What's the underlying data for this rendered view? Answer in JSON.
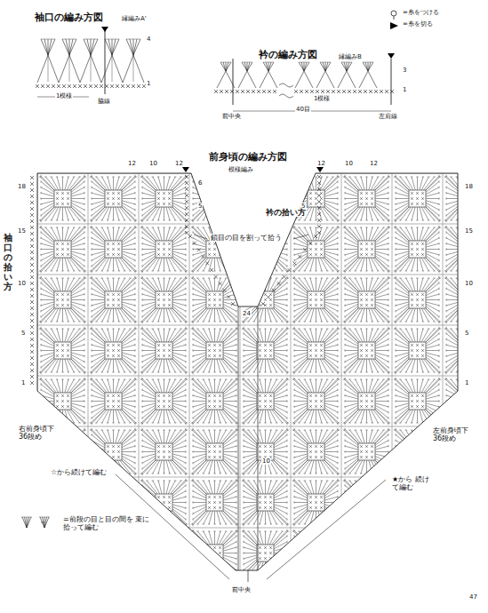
{
  "diagram": {
    "title": "前身頃の編み方図",
    "labels": [
      "袖口の編み方図",
      "縁編みA'",
      "4",
      "1",
      "1模様",
      "脇線",
      "衿の編み方図",
      "縁編みB",
      "3",
      "1",
      "前中央",
      "40目",
      "1模様",
      "左肩線",
      "模様編み",
      "12",
      "10",
      "12",
      "12",
      "10",
      "12",
      "6",
      "5",
      "5",
      "18",
      "15",
      "10",
      "5",
      "1",
      "18",
      "15",
      "10",
      "5",
      "1",
      "24",
      "10",
      "衿の拾い方",
      "袖口の拾い方",
      "鎖目の目を割って拾う",
      "右前身頃下 36段め",
      "左前身頃下 36段め",
      "☆から続けて編む",
      "★から 続けて編む",
      "前中央",
      "47"
    ],
    "legend": [
      {
        "text": "=糸をつける"
      },
      {
        "text": "=糸を切る"
      },
      {
        "text": "=前段の目と目の間を 束に拾って編む"
      }
    ]
  }
}
